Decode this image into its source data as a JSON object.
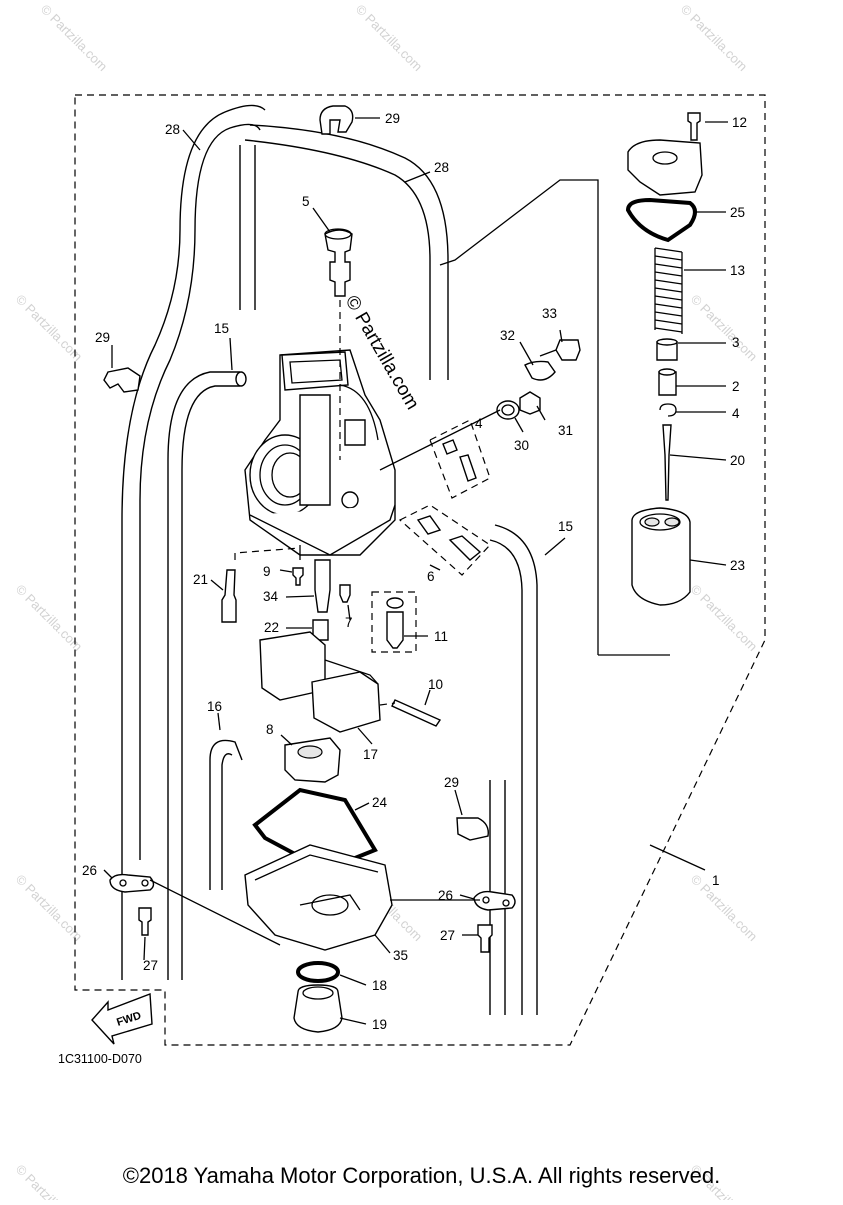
{
  "watermark": "© Partzilla.com",
  "big_watermark": "© Partzilla.com",
  "diagram_code": "1C31100-D070",
  "fwd_label": "FWD",
  "copyright": "©2018 Yamaha Motor Corporation, U.S.A. All rights reserved.",
  "part_numbers": {
    "n1": "1",
    "n2": "2",
    "n3": "3",
    "n4": "4",
    "n4b": "4",
    "n5": "5",
    "n6": "6",
    "n7": "7",
    "n8": "8",
    "n9": "9",
    "n10": "10",
    "n11": "11",
    "n12": "12",
    "n13": "13",
    "n15a": "15",
    "n15b": "15",
    "n16": "16",
    "n17": "17",
    "n18": "18",
    "n19": "19",
    "n20": "20",
    "n21": "21",
    "n22": "22",
    "n23": "23",
    "n24": "24",
    "n25": "25",
    "n26a": "26",
    "n26b": "26",
    "n27a": "27",
    "n27b": "27",
    "n28a": "28",
    "n28b": "28",
    "n29a": "29",
    "n29b": "29",
    "n29c": "29",
    "n30": "30",
    "n31": "31",
    "n32": "32",
    "n33": "33",
    "n34": "34",
    "n35": "35"
  }
}
